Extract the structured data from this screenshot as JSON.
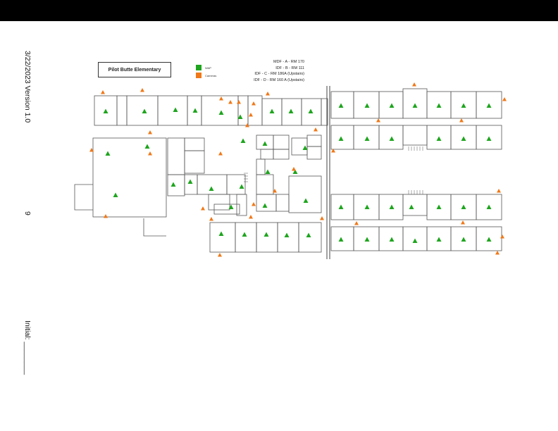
{
  "header": {
    "bar_color": "#000000"
  },
  "side": {
    "version": "3/22/2023 Version 1.0",
    "page_number": "9",
    "initial_label": "Initial: ________"
  },
  "map": {
    "title": "Pilot Butte Elementary",
    "legend": [
      {
        "label": "WAP",
        "color": "#1fa51f"
      },
      {
        "label": "Cameras",
        "color": "#f07818"
      }
    ],
    "idf_list": [
      "MDF - A - RM 170",
      "IDF - B - RM 111",
      "IDF - C - RM 186A (Upstairs)",
      "IDF - D - RM 160 A (Upstairs)"
    ],
    "colors": {
      "wap": "#1fa51f",
      "camera": "#f07818",
      "walls": "#555555"
    }
  }
}
